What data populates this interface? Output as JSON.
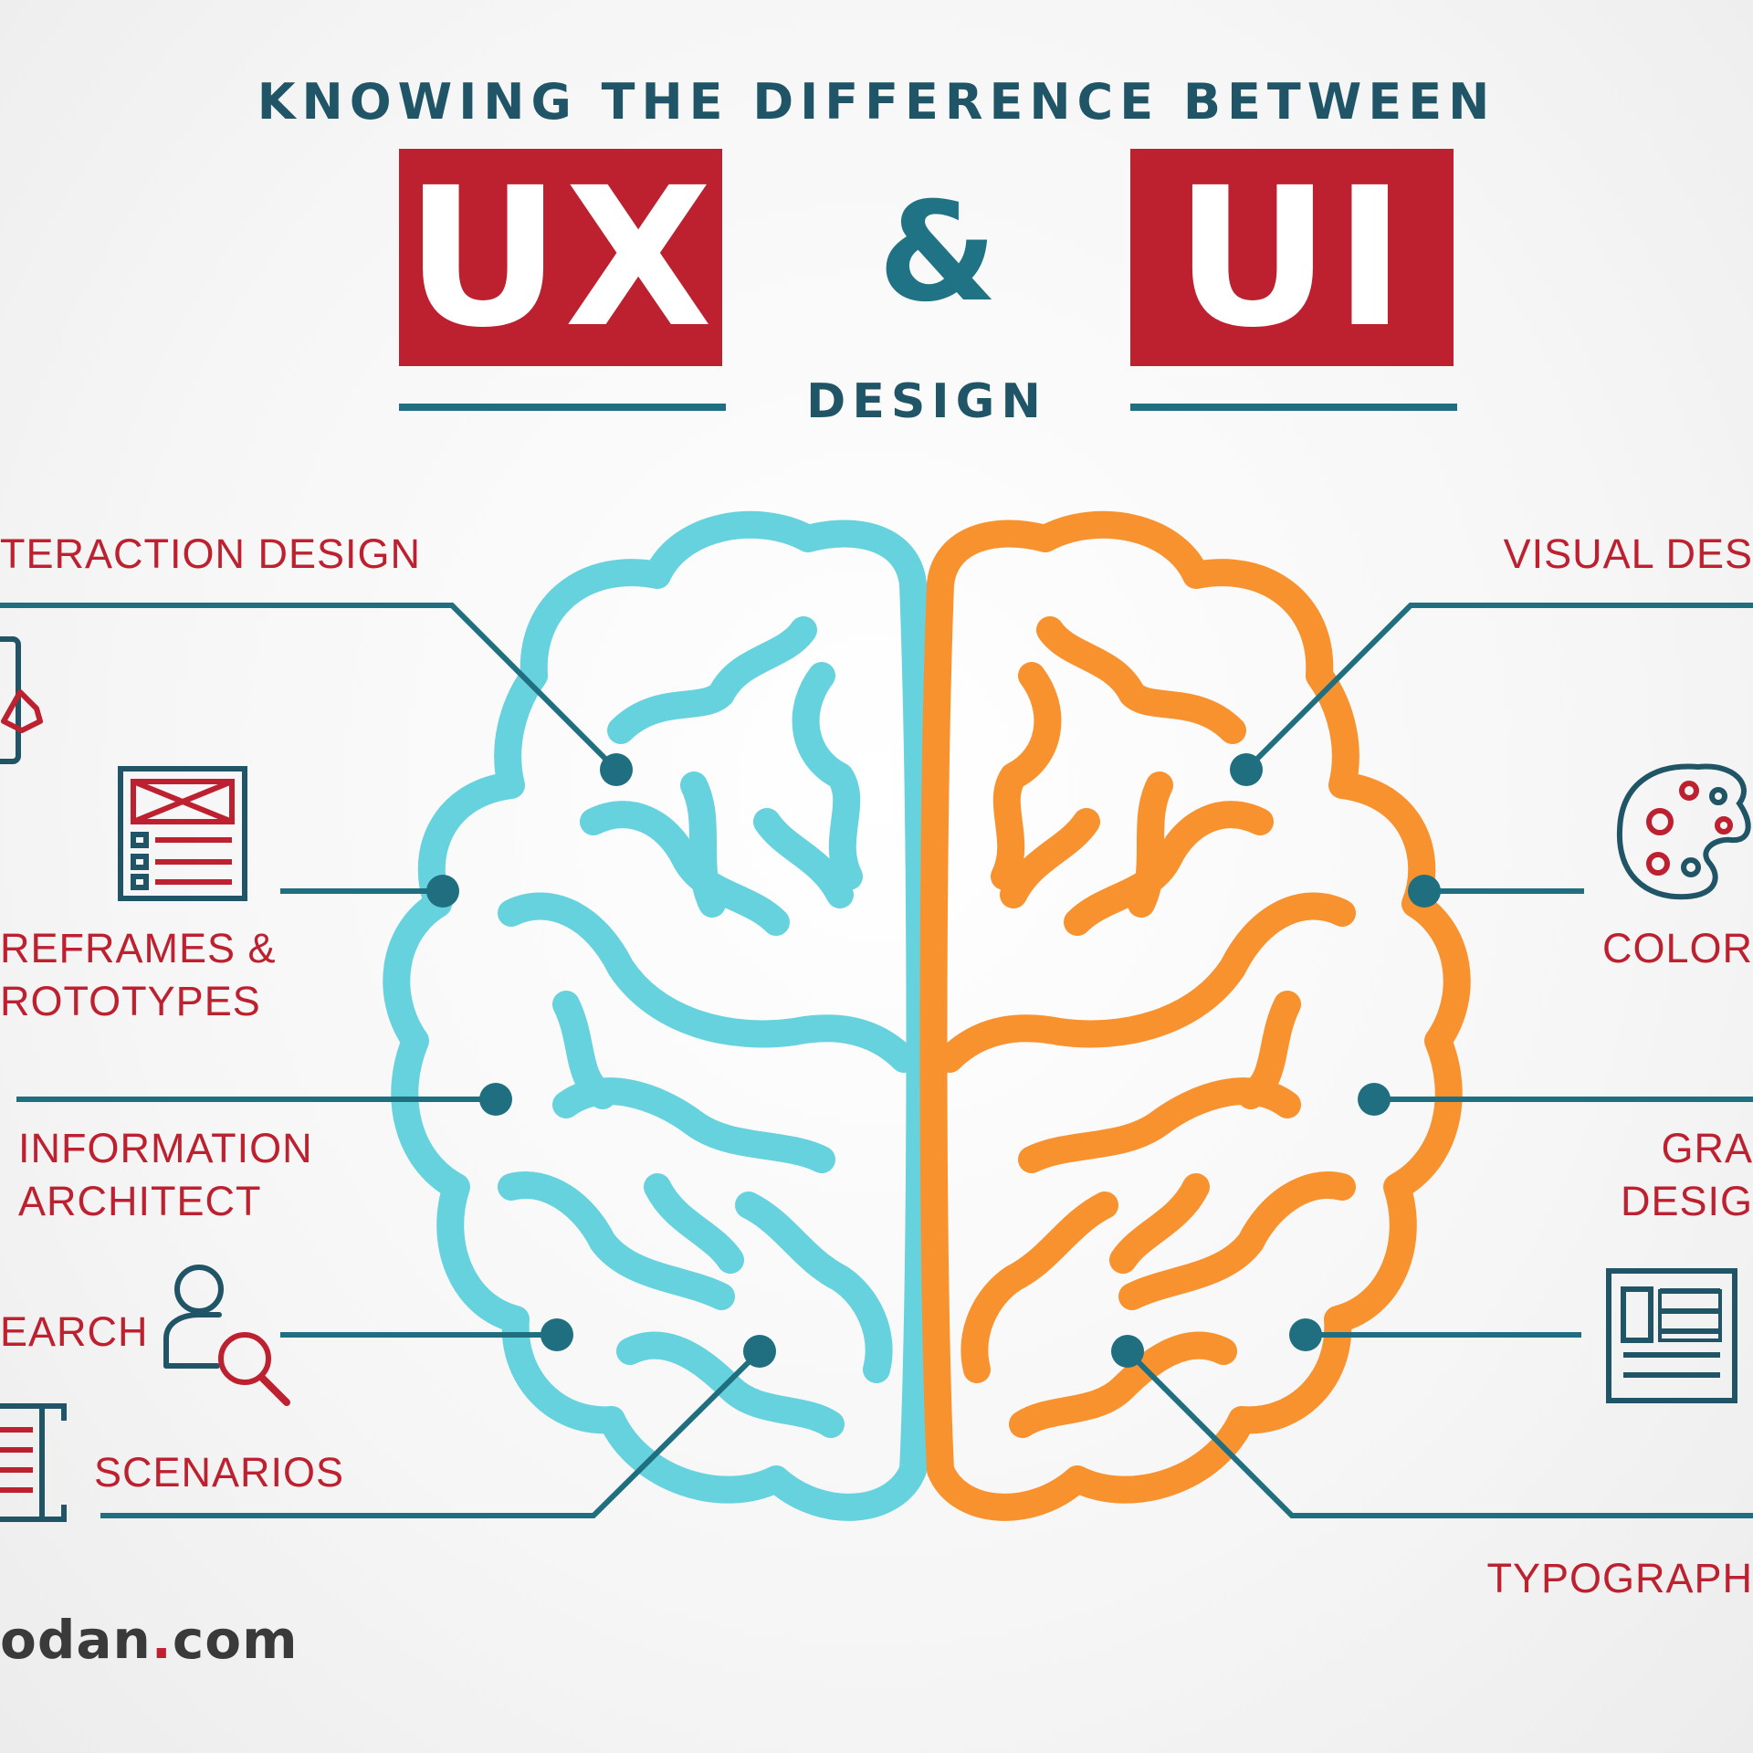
{
  "header": {
    "kicker": "KNOWING THE DIFFERENCE BETWEEN",
    "ux": "UX",
    "amp": "&",
    "ui": "UI",
    "design": "DESIGN"
  },
  "ux_side": {
    "interaction": "TERACTION DESIGN",
    "wireframes_1": "REFRAMES &",
    "wireframes_2": "ROTOTYPES",
    "info_1": "INFORMATION",
    "info_2": "ARCHITECT",
    "research": "EARCH",
    "scenarios": "SCENARIOS"
  },
  "ui_side": {
    "visual": "VISUAL DES",
    "color": "COLOR",
    "graphic_1": "GRA",
    "graphic_2": "DESIG",
    "typography": "TYPOGRAPH"
  },
  "brand": {
    "name": "odan",
    "dot": ".",
    "tld": "com"
  },
  "colors": {
    "red": "#bd2130",
    "teal_dark": "#1f6f80",
    "ux_brain": "#66d2de",
    "ui_brain": "#f7922f",
    "text_dark": "#1f5566"
  }
}
